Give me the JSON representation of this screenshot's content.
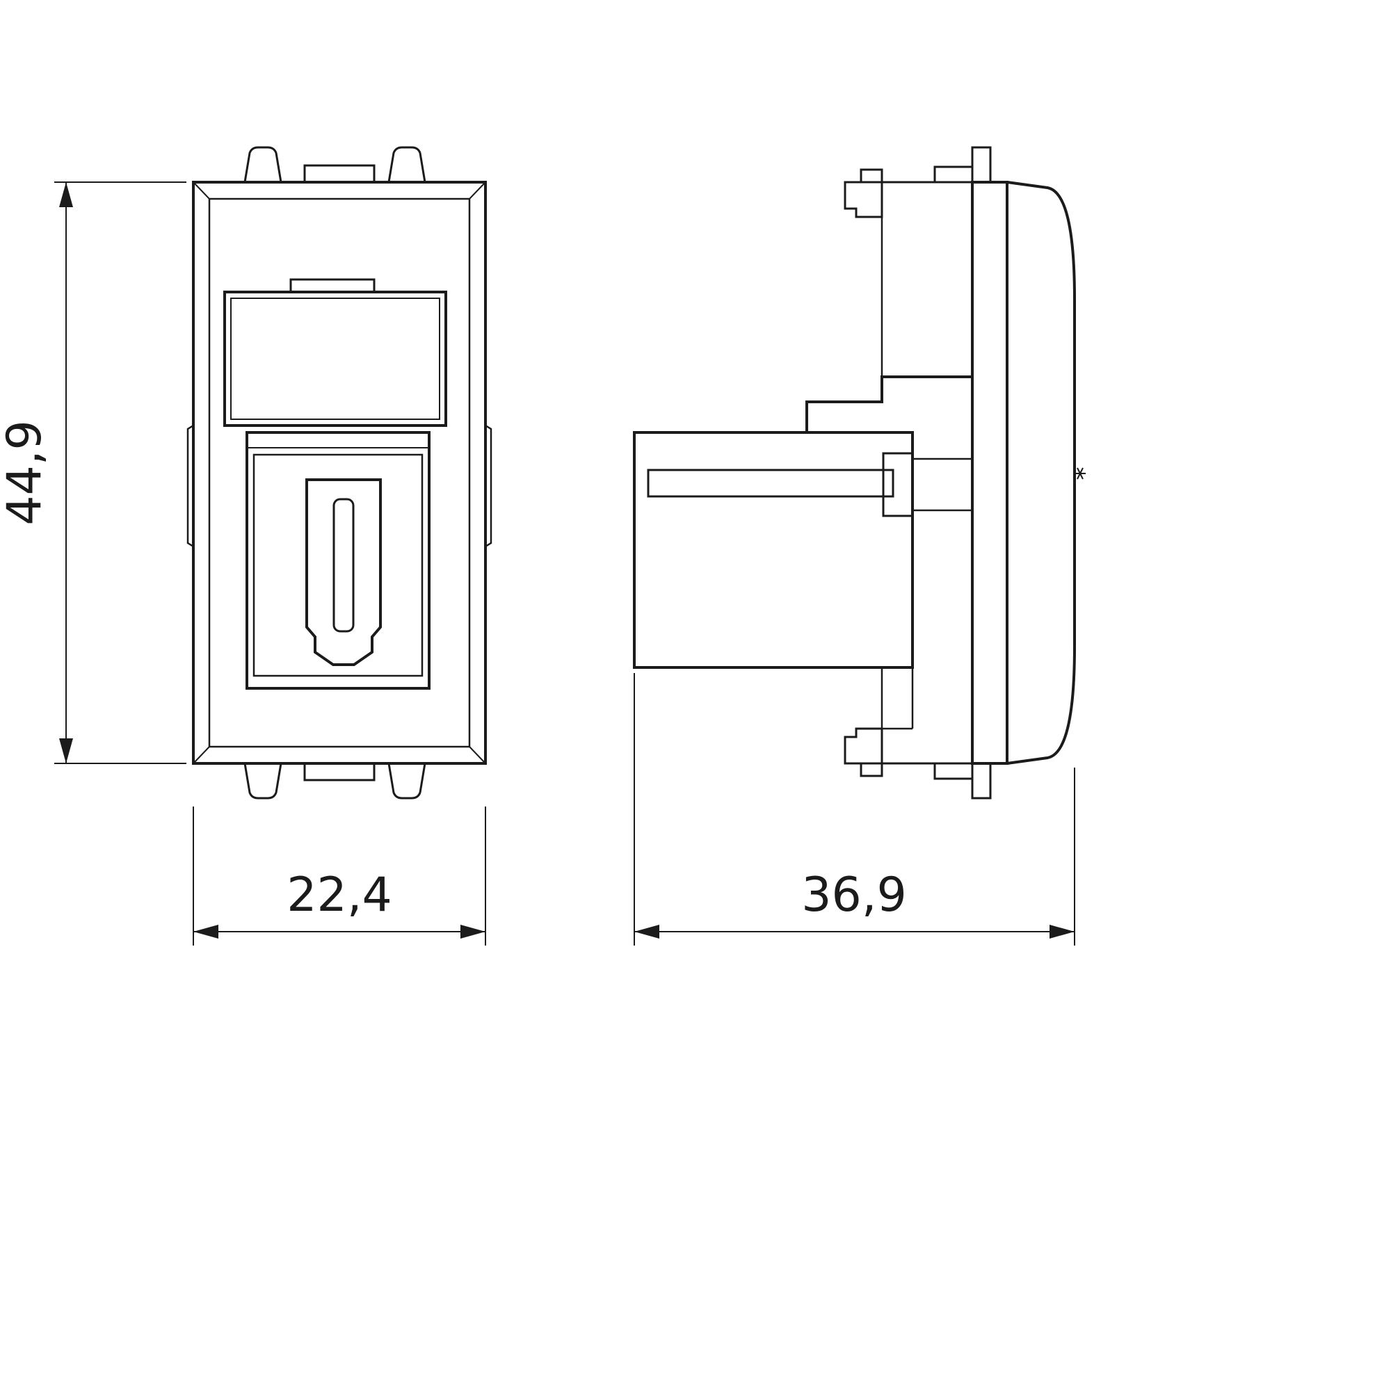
{
  "drawing": {
    "kind": "technical-dimension-drawing",
    "views": {
      "front": {
        "height_label": "44,9",
        "width_label": "22,4"
      },
      "side": {
        "depth_label": "36,9"
      }
    },
    "colors": {
      "line": "#1b1b1b",
      "background": "#ffffff"
    }
  }
}
